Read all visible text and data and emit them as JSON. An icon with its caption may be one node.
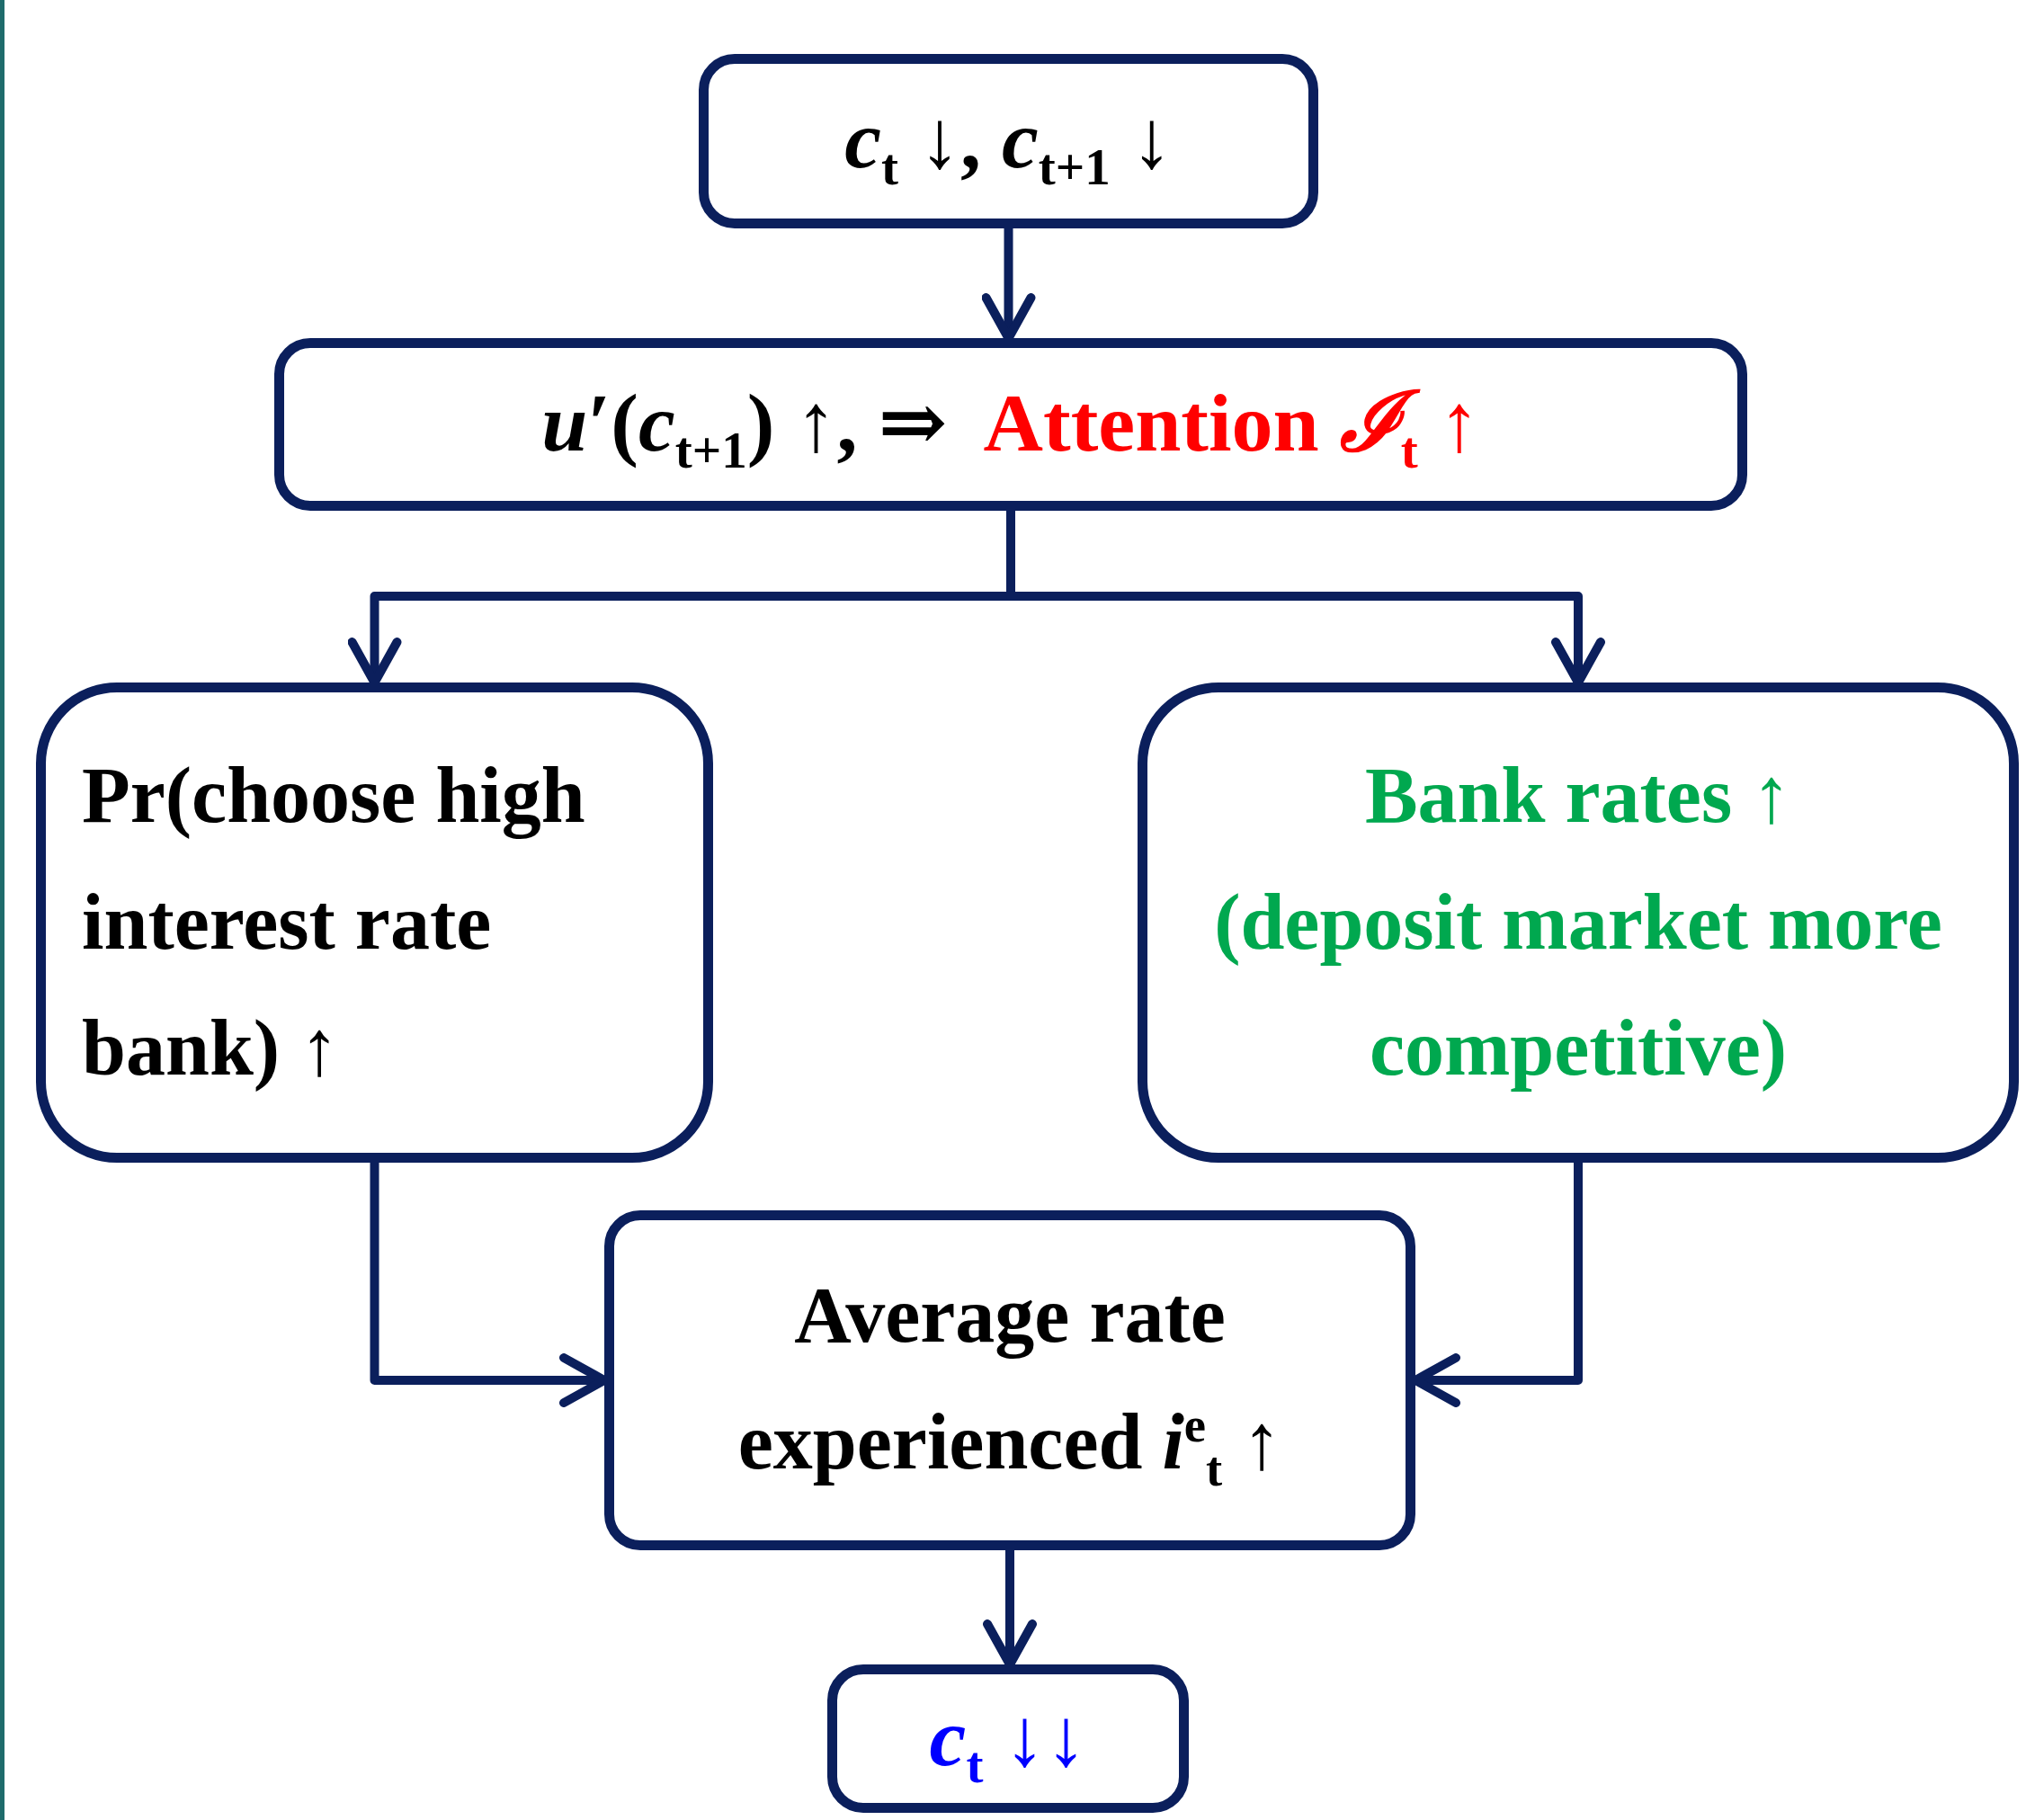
{
  "diagram": {
    "nodes": [
      {
        "text": [
          "*c*$_{t}$ ↓, *c*$_{t+1}$ ↓"
        ]
      },
      {
        "text": [
          "*u*′(*c*$_{t+1}$) ↑, ⇒",
          "Attention *ℐ*$_{t}$ ↑"
        ]
      },
      {
        "text": [
          "Pr(choose high interest rate bank) ↑"
        ]
      },
      {
        "text": [
          "Bank rates ↑",
          "(deposit market more competitive)"
        ]
      },
      {
        "text": [
          "Average rate experienced *i*$^{e}$$_{t}$ ↑"
        ]
      },
      {
        "text": [
          "*c*$_{t}$ ↓↓"
        ]
      }
    ],
    "edges": [
      {
        "from": 0,
        "to": 1,
        "arrow": "to"
      },
      {
        "from": 1,
        "to": 2,
        "arrow": "to"
      },
      {
        "from": 1,
        "to": 3,
        "arrow": "to"
      },
      {
        "from": 2,
        "to": 4,
        "arrow": "to"
      },
      {
        "from": 3,
        "to": 4,
        "arrow": "to"
      },
      {
        "from": 4,
        "to": 5,
        "arrow": "to"
      }
    ]
  }
}
